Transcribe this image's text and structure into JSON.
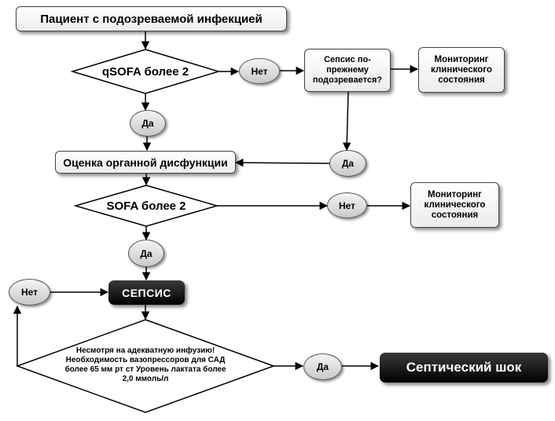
{
  "nodes": {
    "start": "Пациент с подозреваемой инфекцией",
    "qsofa": "qSOFA более 2",
    "no1": "Нет",
    "sepsis_suspected": "Сепсис по-прежнему подозревается?",
    "monitor1": "Мониторинг клинического состояния",
    "yes1": "Да",
    "yes2": "Да",
    "organ": "Оценка органной дисфункции",
    "sofa": "SOFA более 2",
    "no2": "Нет",
    "monitor2": "Мониторинг клинического состояния",
    "yes3": "Да",
    "no3": "Нет",
    "sepsis": "СЕПСИС",
    "shock_criteria": "Несмотря на адекватную инфузию! Необходимость вазопрессоров для САД более 65 мм рт ст Уровень лактата более 2,0 ммоль/л",
    "yes4": "Да",
    "septic_shock": "Септический шок"
  }
}
